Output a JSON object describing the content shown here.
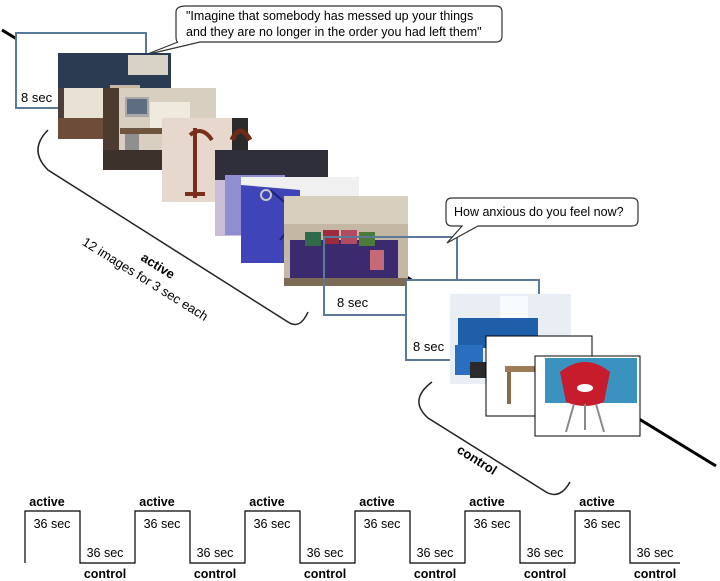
{
  "speech": {
    "instruction": [
      "\"Imagine that somebody has messed up your things",
      "and they are no longer in the order you had left them\""
    ],
    "question": "How anxious do you feel now?"
  },
  "durations": {
    "instruction": "8 sec",
    "question": "8 sec",
    "rest": "8 sec"
  },
  "active_phase": {
    "title": "active",
    "subtitle": "12 images for 3 sec each"
  },
  "control_phase": {
    "title": "control"
  },
  "images": {
    "active": [
      "living-room-photo",
      "office-desk-photo",
      "coat-stand-photo",
      "blue-bag-photo",
      "purple-sofa-photo"
    ],
    "control": [
      "blue-sofa-photo",
      "wooden-table-photo",
      "red-chair-photo"
    ]
  },
  "timeline": {
    "blocks": [
      {
        "active": "active",
        "active_duration": "36 sec",
        "control": "control",
        "control_duration": "36 sec"
      },
      {
        "active": "active",
        "active_duration": "36 sec",
        "control": "control",
        "control_duration": "36 sec"
      },
      {
        "active": "active",
        "active_duration": "36 sec",
        "control": "control",
        "control_duration": "36 sec"
      },
      {
        "active": "active",
        "active_duration": "36 sec",
        "control": "control",
        "control_duration": "36 sec"
      },
      {
        "active": "active",
        "active_duration": "36 sec",
        "control": "control",
        "control_duration": "36 sec"
      },
      {
        "active": "active",
        "active_duration": "36 sec",
        "control": "control",
        "control_duration": "36 sec"
      }
    ]
  },
  "colors": {
    "frame": "#5b7a9a",
    "axis": "#000000"
  }
}
